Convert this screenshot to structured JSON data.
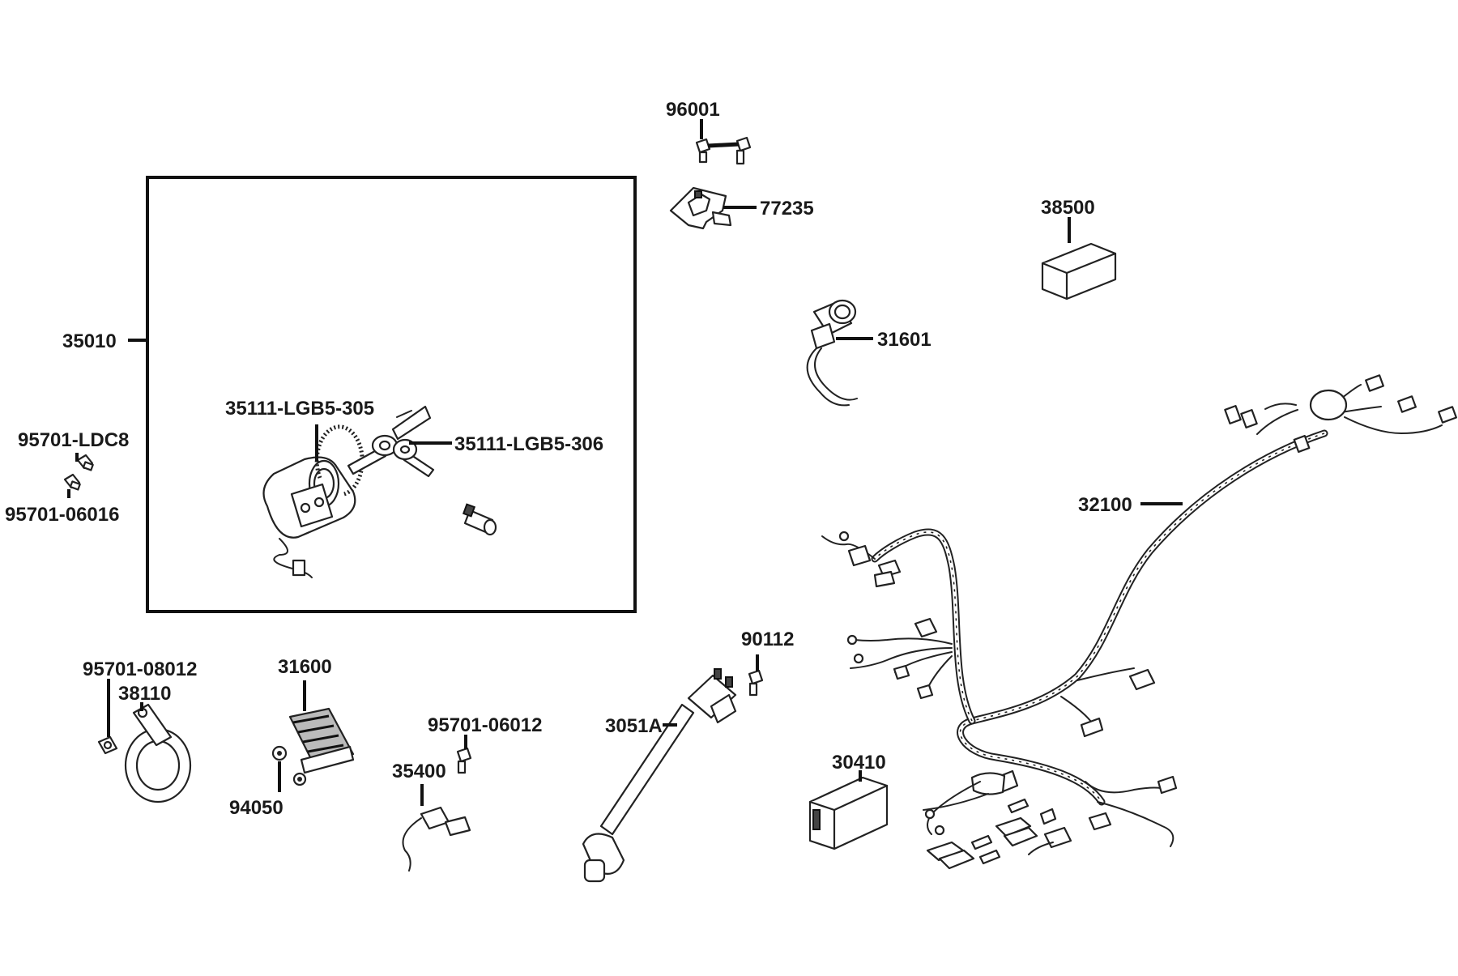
{
  "labels": {
    "p96001": "96001",
    "p77235": "77235",
    "p38500": "38500",
    "p35010": "35010",
    "p31601": "31601",
    "p35111_305": "35111-LGB5-305",
    "p35111_306": "35111-LGB5-306",
    "p95701_ldc8": "95701-LDC8",
    "p95701_06016": "95701-06016",
    "p32100": "32100",
    "p90112": "90112",
    "p95701_08012": "95701-08012",
    "p31600": "31600",
    "p38110": "38110",
    "p95701_06012": "95701-06012",
    "p3051a": "3051A",
    "p30410": "30410",
    "p35400": "35400",
    "p94050": "94050"
  }
}
